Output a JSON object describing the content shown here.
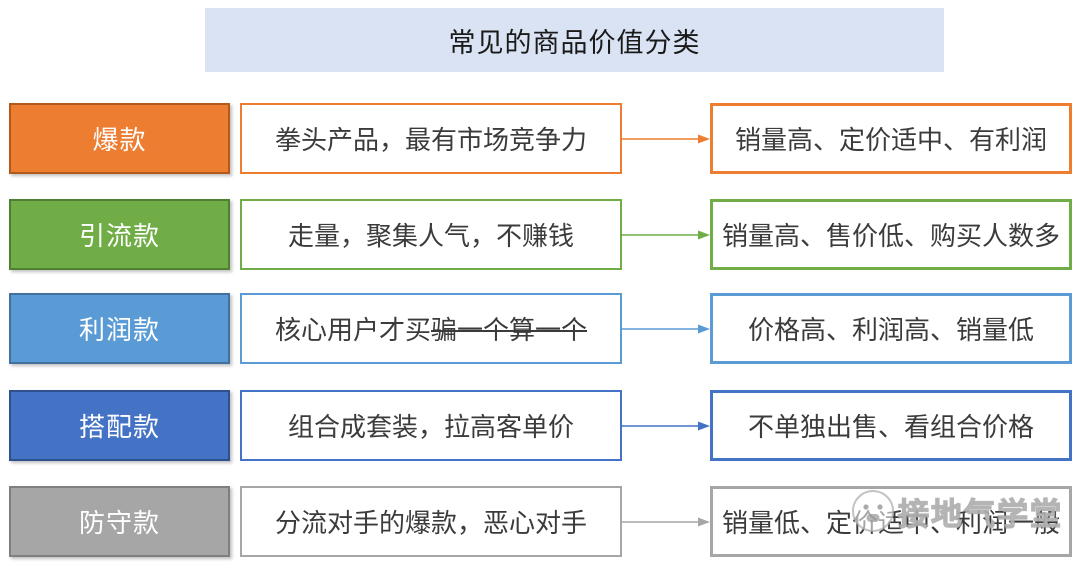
{
  "title": "常见的商品价值分类",
  "title_bg": "#DAE3F3",
  "text_color": "#3b3b3b",
  "watermark": {
    "icon": "smiley-face-icon",
    "text": "接地气学堂"
  },
  "rows": [
    {
      "label": "爆款",
      "desc": "拳头产品，最有市场竞争力",
      "result": "销量高、定价适中、有利润",
      "color": "#ED7D31",
      "color_dark": "#B25A1B"
    },
    {
      "label": "引流款",
      "desc": "走量，聚集人气，不赚钱",
      "result": "销量高、售价低、购买人数多",
      "color": "#70AD47",
      "color_dark": "#507E32"
    },
    {
      "label": "利润款",
      "desc_plain": "核心用户才买",
      "desc_strike": "骗一个算一个",
      "result": "价格高、利润高、销量低",
      "color": "#5B9BD5",
      "color_dark": "#41719C"
    },
    {
      "label": "搭配款",
      "desc": "组合成套装，拉高客单价",
      "result": "不单独出售、看组合价格",
      "color": "#4472C4",
      "color_dark": "#2F528F"
    },
    {
      "label": "防守款",
      "desc": "分流对手的爆款，恶心对手",
      "result": "销量低、定价适中、利润一般",
      "color": "#A6A6A6",
      "color_dark": "#7F7F7F"
    }
  ]
}
